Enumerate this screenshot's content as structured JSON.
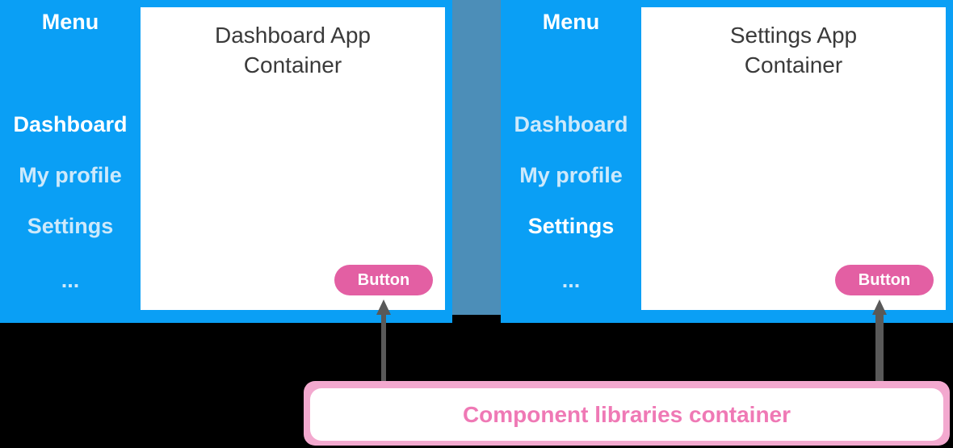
{
  "left_panel": {
    "menu_title": "Menu",
    "nav_items": [
      {
        "label": "Dashboard",
        "active": true
      },
      {
        "label": "My profile",
        "active": false
      },
      {
        "label": "Settings",
        "active": false
      },
      {
        "label": "...",
        "active": false
      }
    ],
    "app_title_line1": "Dashboard App",
    "app_title_line2": "Container",
    "button_label": "Button"
  },
  "right_panel": {
    "menu_title": "Menu",
    "nav_items": [
      {
        "label": "Dashboard",
        "active": false
      },
      {
        "label": "My profile",
        "active": false
      },
      {
        "label": "Settings",
        "active": true
      },
      {
        "label": "...",
        "active": false
      }
    ],
    "app_title_line1": "Settings App",
    "app_title_line2": "Container",
    "button_label": "Button"
  },
  "component_library": {
    "label": "Component libraries container"
  },
  "colors": {
    "panel_blue": "#0a9ff5",
    "divider": "#4c8eb8",
    "button_pink": "#e35fa3",
    "library_pink": "#ef79b5",
    "arrow_gray": "#595959"
  }
}
